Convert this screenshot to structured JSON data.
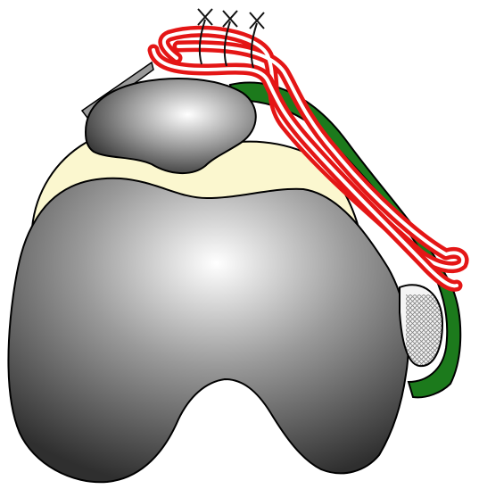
{
  "diagram": {
    "structures": [
      {
        "id": "femur",
        "shape": "femoral-condyles"
      },
      {
        "id": "articular-cartilage",
        "shape": "trochlear-cartilage"
      },
      {
        "id": "patella",
        "shape": "patella"
      },
      {
        "id": "tendon",
        "shape": "medial-tendon-band"
      },
      {
        "id": "tendon-graft",
        "shape": "looped-graft"
      },
      {
        "id": "fixation-device",
        "shape": "meshed-implant"
      },
      {
        "id": "sutures",
        "shape": "suture-knots",
        "count": 3
      }
    ],
    "colors": {
      "bone_light": "#ffffff",
      "bone_mid": "#9a9a9a",
      "bone_dark": "#2f2f2f",
      "cartilage": "#fbf7cf",
      "tendon": "#1c7a1c",
      "graft": "#e41616",
      "graft_core": "#ffffff",
      "suture": "#111111",
      "implant_fill": "#f4f4f4",
      "implant_mesh": "#777777",
      "outline": "#000000"
    }
  }
}
